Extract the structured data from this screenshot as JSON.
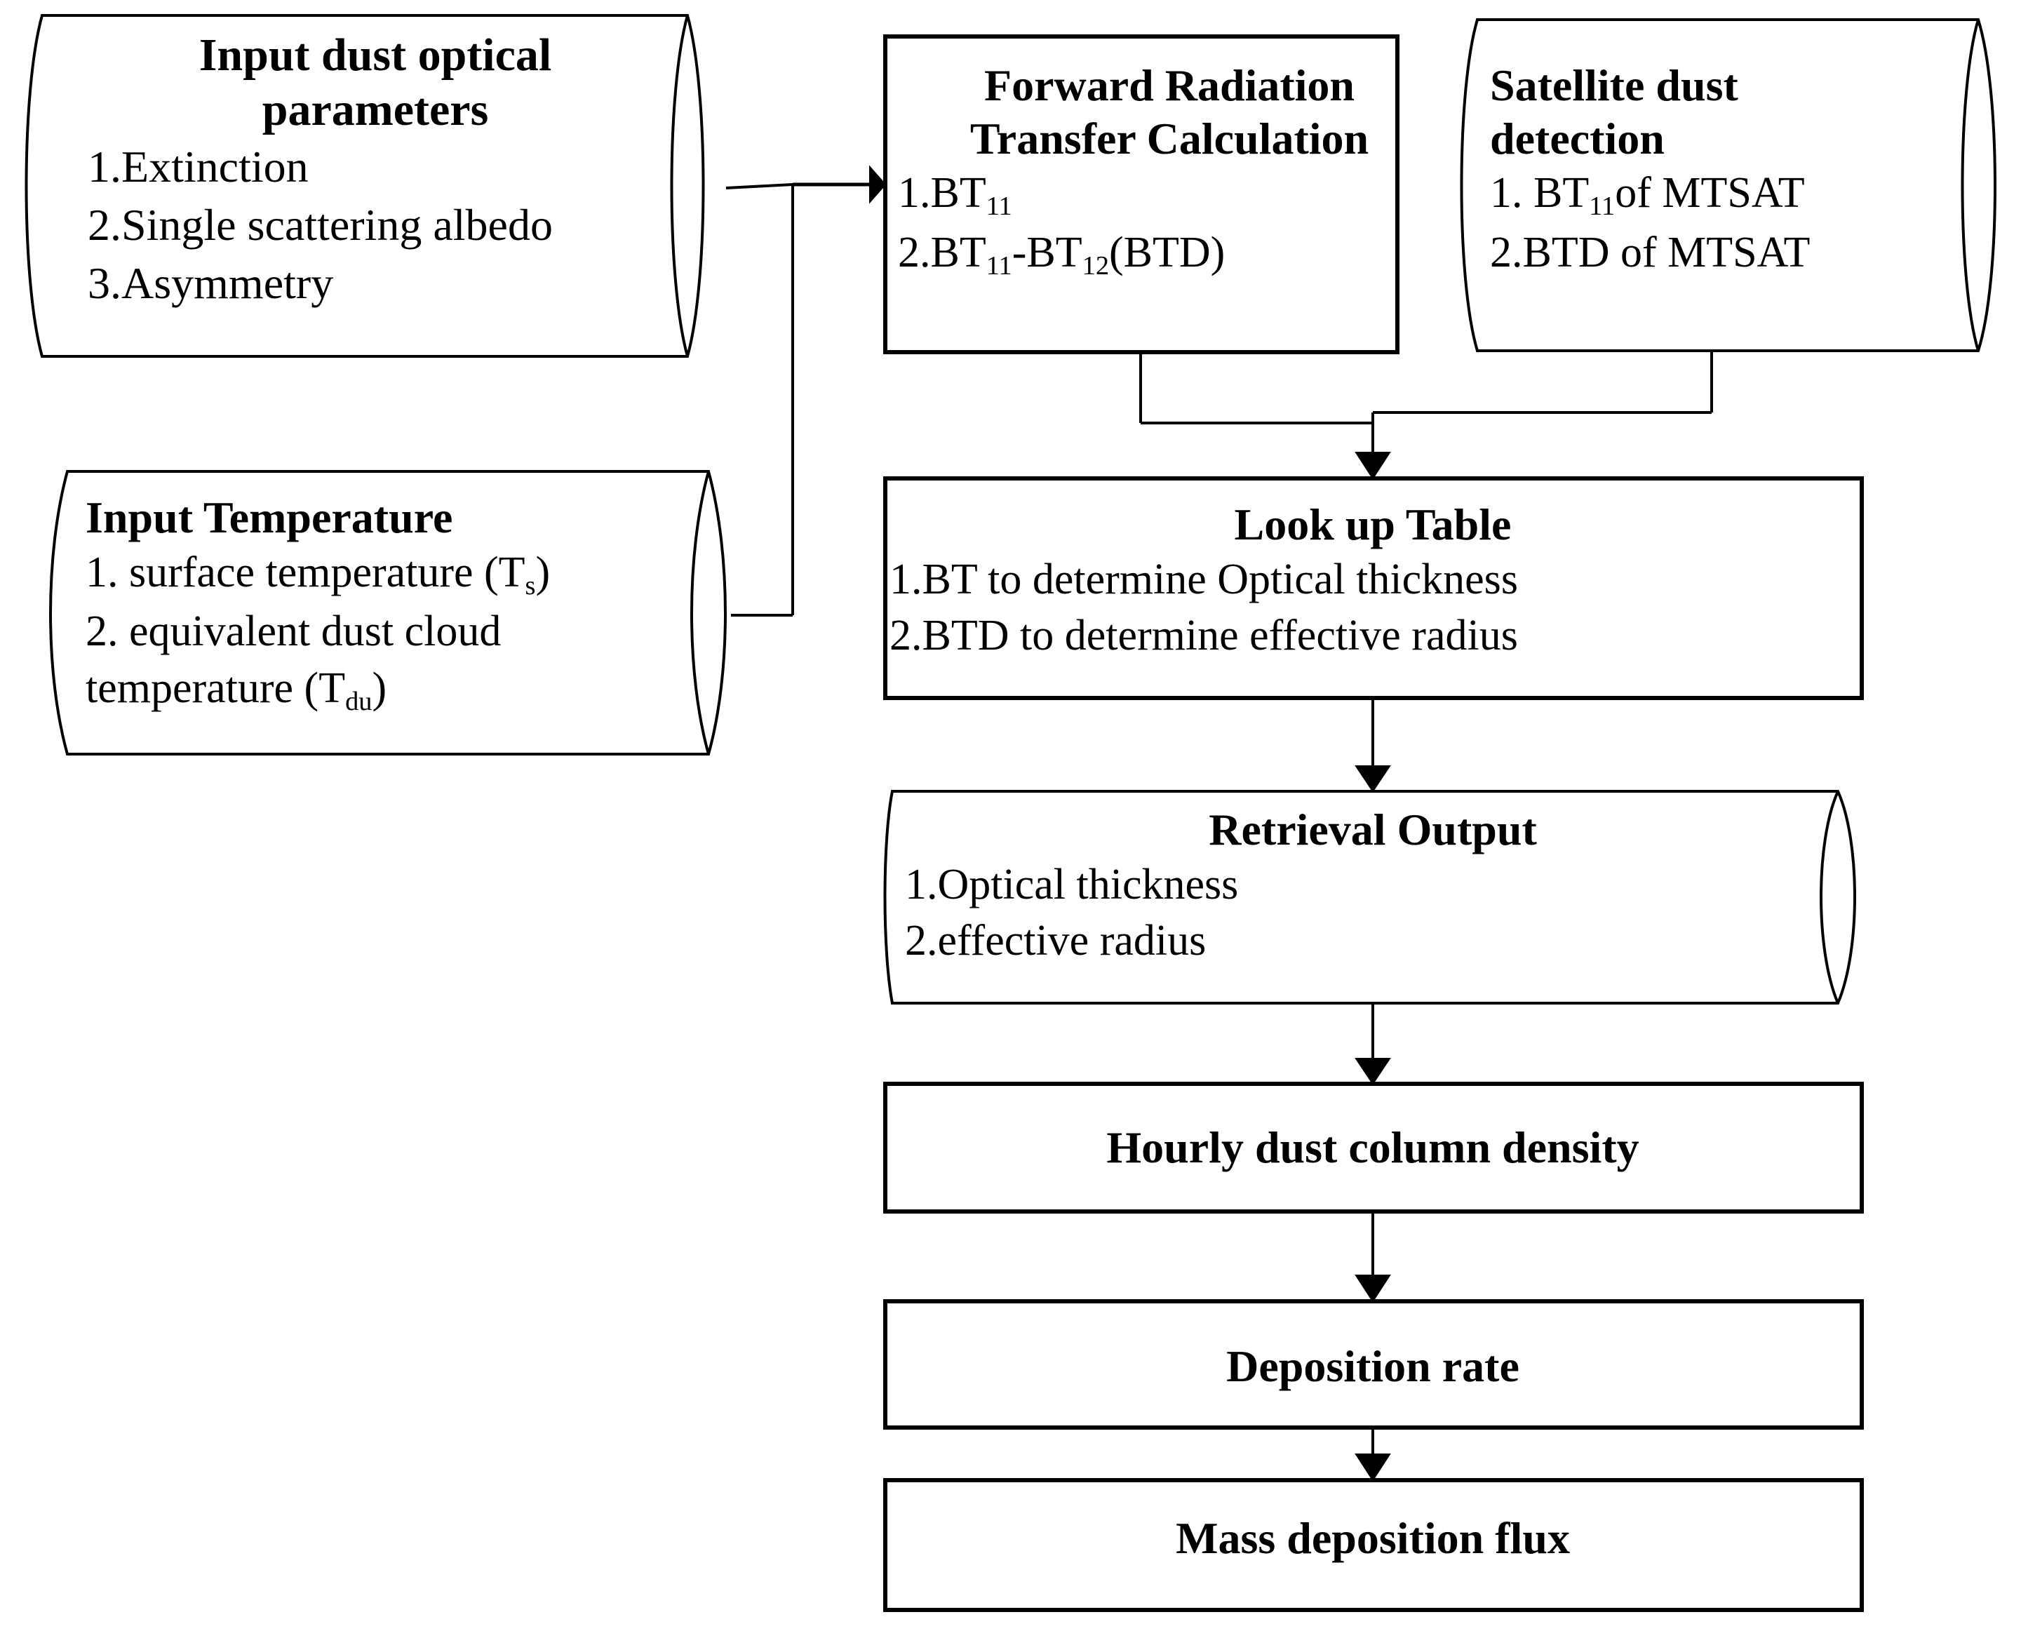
{
  "diagram": {
    "title": "Dust retrieval and deposition flux flowchart",
    "stroke_color": "#000000",
    "background_color": "#ffffff"
  },
  "nodes": {
    "dust_optical": {
      "shape": "cylinder",
      "title": "Input dust optical parameters",
      "title_lines": [
        "Input dust optical",
        "parameters"
      ],
      "items": [
        "1.Extinction",
        "2.Single scattering albedo",
        "3.Asymmetry"
      ]
    },
    "forward_rt": {
      "shape": "rectangle",
      "title": "Forward Radiation Transfer Calculation",
      "title_lines": [
        "Forward Radiation",
        "Transfer Calculation"
      ],
      "items_html": [
        "1.BT<sub>11</sub>",
        "2.BT<sub>11</sub>-BT<sub>12</sub>(BTD)"
      ]
    },
    "satellite_detection": {
      "shape": "cylinder",
      "title": "Satellite dust detection",
      "title_lines": [
        "Satellite dust",
        "detection"
      ],
      "items_html": [
        "1. BT<sub>11</sub>of MTSAT",
        "2.BTD of MTSAT"
      ]
    },
    "input_temperature": {
      "shape": "cylinder",
      "title": "Input Temperature",
      "title_lines": [
        "Input Temperature"
      ],
      "items_html": [
        "1.  surface temperature (T<sub>s</sub>)",
        "2.  equivalent dust  cloud",
        "temperature (T<sub>du</sub>)"
      ]
    },
    "look_up_table": {
      "shape": "rectangle",
      "title": "Look up Table",
      "title_lines": [
        "Look up Table"
      ],
      "items": [
        "1.BT to determine Optical thickness",
        "2.BTD to determine effective radius"
      ]
    },
    "retrieval_output": {
      "shape": "cylinder",
      "title": "Retrieval Output",
      "title_lines": [
        "Retrieval Output"
      ],
      "items": [
        "1.Optical thickness",
        "2.effective radius"
      ]
    },
    "hourly_density": {
      "shape": "rectangle",
      "title": "Hourly dust column density",
      "title_lines": [
        "Hourly dust column density"
      ],
      "items": []
    },
    "deposition_rate": {
      "shape": "rectangle",
      "title": "Deposition rate",
      "title_lines": [
        "Deposition rate"
      ],
      "items": []
    },
    "mass_flux": {
      "shape": "rectangle",
      "title": "Mass deposition flux",
      "title_lines": [
        "Mass deposition flux"
      ],
      "items": []
    }
  },
  "edges": [
    {
      "from": "dust_optical",
      "to": "forward_rt",
      "arrow": true,
      "style": "elbow"
    },
    {
      "from": "input_temperature",
      "to": "forward_rt",
      "arrow": true,
      "style": "elbow"
    },
    {
      "from": "forward_rt",
      "to": "look_up_table",
      "arrow": true,
      "style": "merge"
    },
    {
      "from": "satellite_detection",
      "to": "look_up_table",
      "arrow": true,
      "style": "merge"
    },
    {
      "from": "look_up_table",
      "to": "retrieval_output",
      "arrow": true,
      "style": "straight"
    },
    {
      "from": "retrieval_output",
      "to": "hourly_density",
      "arrow": true,
      "style": "straight"
    },
    {
      "from": "hourly_density",
      "to": "deposition_rate",
      "arrow": true,
      "style": "straight"
    },
    {
      "from": "deposition_rate",
      "to": "mass_flux",
      "arrow": true,
      "style": "straight"
    }
  ]
}
